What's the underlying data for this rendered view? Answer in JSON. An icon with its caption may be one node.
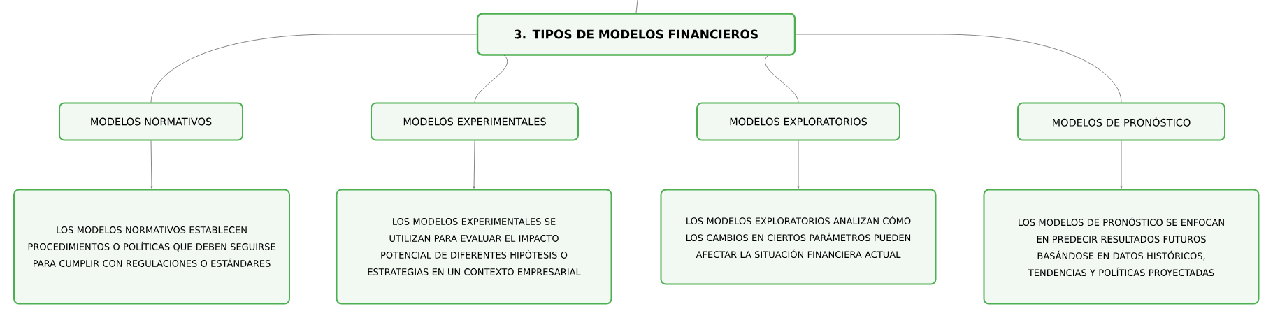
{
  "diagram": {
    "nodes": [
      {
        "text": [
          "3. TIPOS DE MODELOS FINANCIEROS"
        ]
      },
      {
        "text": [
          "MODELOS NORMATIVOS"
        ]
      },
      {
        "text": [
          "MODELOS EXPERIMENTALES"
        ]
      },
      {
        "text": [
          "MODELOS EXPLORATORIOS"
        ]
      },
      {
        "text": [
          "MODELOS DE PRONÓSTICO"
        ]
      },
      {
        "text": [
          "LOS MODELOS NORMATIVOS ESTABLECEN PROCEDIMIENTOS O POLÍTICAS QUE DEBEN SEGUIRSE PARA CUMPLIR CON REGULACIONES O ESTÁNDARES"
        ]
      },
      {
        "text": [
          "LOS MODELOS EXPERIMENTALES SE UTILIZAN PARA EVALUAR EL IMPACTO POTENCIAL DE DIFERENTES HIPÓTESIS O ESTRATEGIAS EN UN CONTEXTO EMPRESARIAL"
        ]
      },
      {
        "text": [
          "LOS MODELOS EXPLORATORIOS ANALIZAN CÓMO LOS CAMBIOS EN CIERTOS PARÁMETROS PUEDEN AFECTAR LA SITUACIÓN FINANCIERA ACTUAL"
        ]
      },
      {
        "text": [
          "LOS MODELOS DE PRONÓSTICO SE ENFOCAN EN PREDECIR RESULTADOS FUTUROS BASÁNDOSE EN DATOS HISTÓRICOS, TENDENCIAS Y POLÍTICAS PROYECTADAS"
        ]
      }
    ],
    "edges": [
      {
        "from": null,
        "to": 0,
        "arrow": "none"
      },
      {
        "from": 0,
        "to": 1,
        "arrow": "none"
      },
      {
        "from": 0,
        "to": 2,
        "arrow": "none"
      },
      {
        "from": 0,
        "to": 3,
        "arrow": "none"
      },
      {
        "from": 0,
        "to": 4,
        "arrow": "none"
      },
      {
        "from": 1,
        "to": 5,
        "arrow": "to"
      },
      {
        "from": 2,
        "to": 6,
        "arrow": "to"
      },
      {
        "from": 3,
        "to": 7,
        "arrow": "to"
      },
      {
        "from": 4,
        "to": 8,
        "arrow": "to"
      }
    ]
  }
}
